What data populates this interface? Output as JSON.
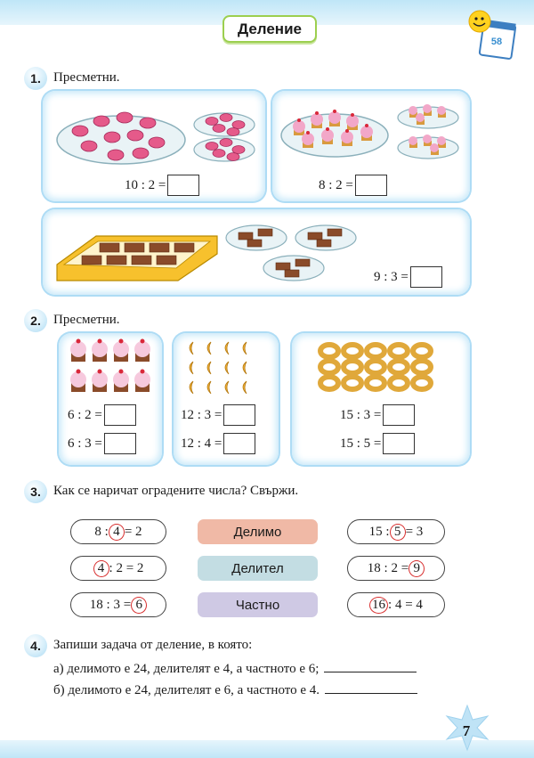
{
  "header": {
    "title": "Деление",
    "page_badge": "58"
  },
  "task1": {
    "number": "1.",
    "instruction": "Пресметни.",
    "equations": [
      "10 : 2 =",
      "8 : 2 =",
      "9 : 3 ="
    ]
  },
  "task2": {
    "number": "2.",
    "instruction": "Пресметни.",
    "groups": [
      [
        "6 : 2 =",
        "6 : 3 ="
      ],
      [
        "12 : 3 =",
        "12 : 4 ="
      ],
      [
        "15 : 3 =",
        "15 : 5 ="
      ]
    ]
  },
  "task3": {
    "number": "3.",
    "instruction": "Как се наричат оградените числа? Свържи.",
    "left": [
      {
        "pre": "8 :",
        "circled": "4",
        "post": "= 2"
      },
      {
        "pre": "",
        "circled": "4",
        "post": ": 2 = 2"
      },
      {
        "pre": "18 : 3 =",
        "circled": "6",
        "post": ""
      }
    ],
    "roles": [
      "Делимо",
      "Делител",
      "Частно"
    ],
    "right": [
      {
        "pre": "15 :",
        "circled": "5",
        "post": "= 3"
      },
      {
        "pre": "18 : 2 =",
        "circled": "9",
        "post": ""
      },
      {
        "pre": "",
        "circled": "16",
        "post": ": 4 = 4"
      }
    ]
  },
  "task4": {
    "number": "4.",
    "instruction": "Запиши задача от деление, в която:",
    "lines": [
      "а) делимото е 24, делителят е 4, а частното е 6;",
      "б) делимото е 24, делителят е 6, а частното е 4."
    ]
  },
  "footer": {
    "page_number": "7"
  },
  "colors": {
    "role_dividend": "#f0b9a6",
    "role_divisor": "#c3dde3",
    "role_quotient": "#cfc9e4",
    "circle_red": "#d83030",
    "title_border": "#9ccf4f",
    "panel_glow": "#aedcf5"
  }
}
